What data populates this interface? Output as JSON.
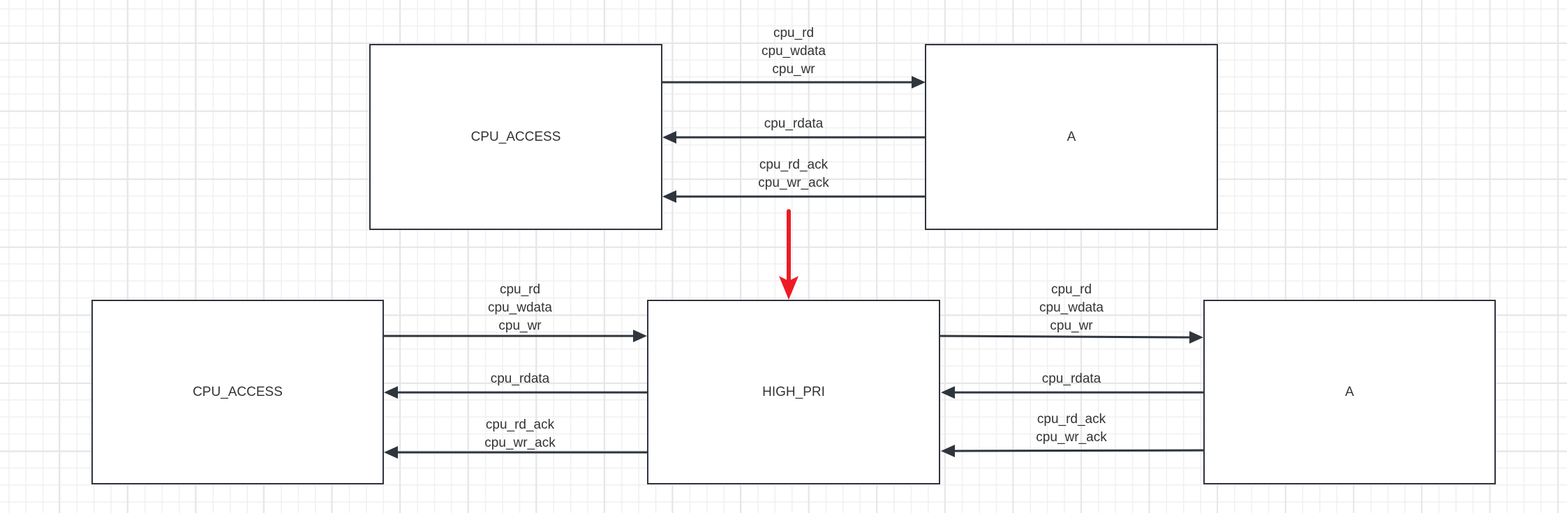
{
  "diagram": {
    "before": {
      "blocks": {
        "cpu_access": "CPU_ACCESS",
        "target": "A"
      },
      "links": {
        "request": {
          "direction": "CPU_ACCESS → A",
          "signals": [
            "cpu_rd",
            "cpu_wdata",
            "cpu_wr"
          ]
        },
        "read_data": {
          "direction": "A → CPU_ACCESS",
          "signals": [
            "cpu_rdata"
          ]
        },
        "ack": {
          "direction": "A → CPU_ACCESS",
          "signals": [
            "cpu_rd_ack",
            "cpu_wr_ack"
          ]
        }
      }
    },
    "transition_arrow": {
      "meaning": "transforms into",
      "color": "#ed1c24"
    },
    "after": {
      "blocks": {
        "cpu_access": "CPU_ACCESS",
        "arbiter": "HIGH_PRI",
        "target": "A"
      },
      "left_links": {
        "request": {
          "direction": "CPU_ACCESS → HIGH_PRI",
          "signals": [
            "cpu_rd",
            "cpu_wdata",
            "cpu_wr"
          ]
        },
        "read_data": {
          "direction": "HIGH_PRI → CPU_ACCESS",
          "signals": [
            "cpu_rdata"
          ]
        },
        "ack": {
          "direction": "HIGH_PRI → CPU_ACCESS",
          "signals": [
            "cpu_rd_ack",
            "cpu_wr_ack"
          ]
        }
      },
      "right_links": {
        "request": {
          "direction": "HIGH_PRI → A",
          "signals": [
            "cpu_rd",
            "cpu_wdata",
            "cpu_wr"
          ]
        },
        "read_data": {
          "direction": "A → HIGH_PRI",
          "signals": [
            "cpu_rdata"
          ]
        },
        "ack": {
          "direction": "A → HIGH_PRI",
          "signals": [
            "cpu_rd_ack",
            "cpu_wr_ack"
          ]
        }
      }
    },
    "colors": {
      "stroke": "#2f353d",
      "text": "#333333",
      "grid_minor": "#f0f0f0",
      "grid_major": "#e6e6e6"
    }
  }
}
